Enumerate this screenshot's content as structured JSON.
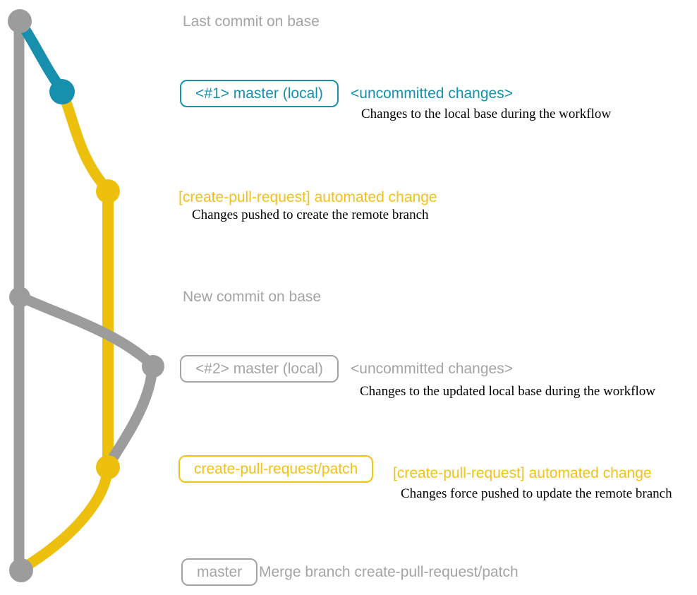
{
  "colors": {
    "graph_gray": "#9c9c9c",
    "text_gray": "#a4a4a4",
    "teal": "#1690ac",
    "graph_yellow": "#eec00e",
    "text_yellow": "#f2c11a",
    "caption_black": "#000000"
  },
  "labels": {
    "last_commit": "Last commit on base",
    "new_commit": "New commit on base"
  },
  "row_uncommitted_1": {
    "badge": "<#1> master (local)",
    "heading": "<uncommitted changes>",
    "caption": "Changes to the local base during the workflow"
  },
  "row_push_1": {
    "heading": "[create-pull-request] automated change",
    "caption": "Changes pushed to create the remote branch"
  },
  "row_uncommitted_2": {
    "badge": "<#2> master (local)",
    "heading": "<uncommitted changes>",
    "caption": "Changes to the updated local base during the workflow"
  },
  "row_push_2": {
    "badge": "create-pull-request/patch",
    "heading": "[create-pull-request] automated change",
    "caption": "Changes force pushed to update the remote branch"
  },
  "row_merge": {
    "badge": "master",
    "label": "Merge branch create-pull-request/patch"
  }
}
